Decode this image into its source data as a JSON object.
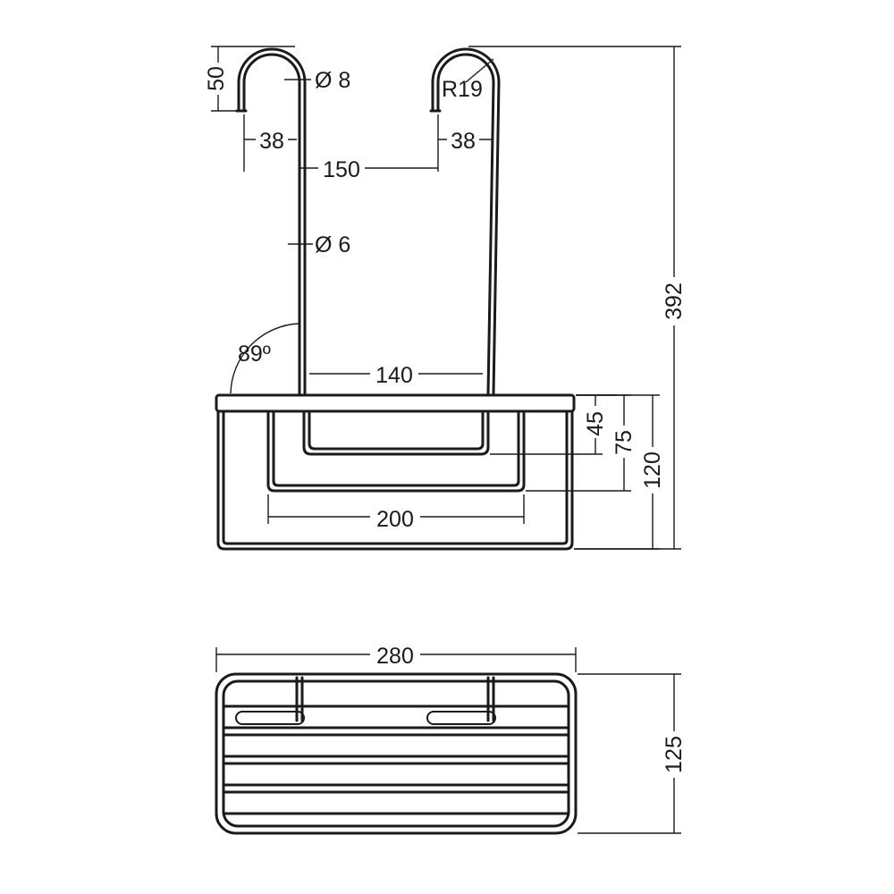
{
  "front_view": {
    "hook_height": "50",
    "rod_diameter_top": "Ø 8",
    "hook_radius": "R19",
    "hook_offset_left": "38",
    "hook_offset_right": "38",
    "hook_spacing": "150",
    "rod_diameter": "Ø 6",
    "angle": "89º",
    "inner_loop_width": "140",
    "inner_loop_depth": "45",
    "basket_frame_depth": "75",
    "basket_height": "120",
    "basket_frame_width": "200",
    "total_height": "392"
  },
  "top_view": {
    "width": "280",
    "depth": "125"
  }
}
